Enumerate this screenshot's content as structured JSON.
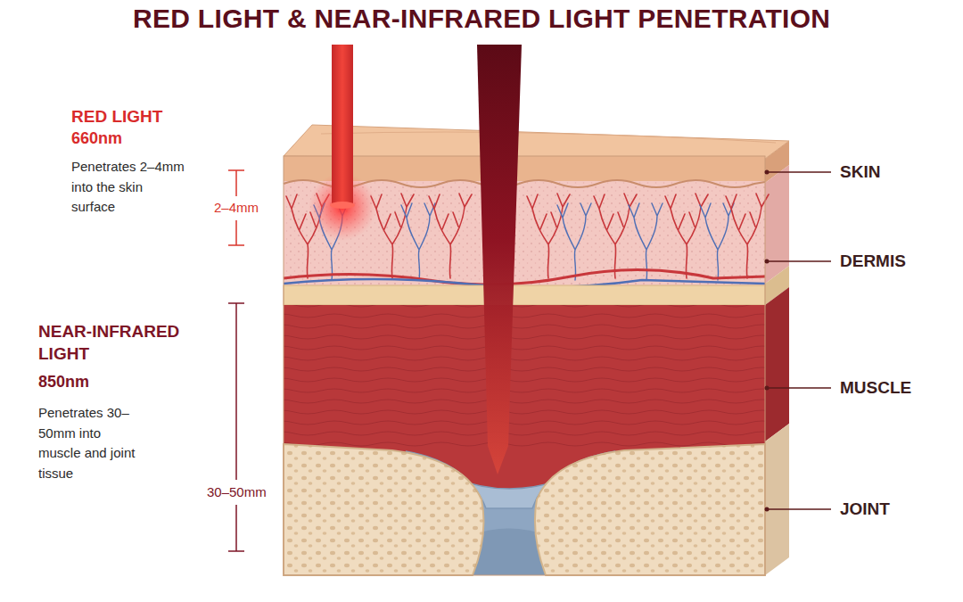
{
  "diagram": {
    "title": "RED LIGHT & NEAR-INFRARED LIGHT PENETRATION",
    "labels": [
      "RED LIGHT",
      "660nm",
      "Penetrates 2–4mm into the skin surface",
      "2–4mm",
      "NEAR-INFRARED LIGHT",
      "850nm",
      "Penetrates 30–50mm into muscle and joint tissue",
      "30–50mm",
      "SKIN",
      "DERMIS",
      "MUSCLE",
      "JOINT"
    ]
  }
}
